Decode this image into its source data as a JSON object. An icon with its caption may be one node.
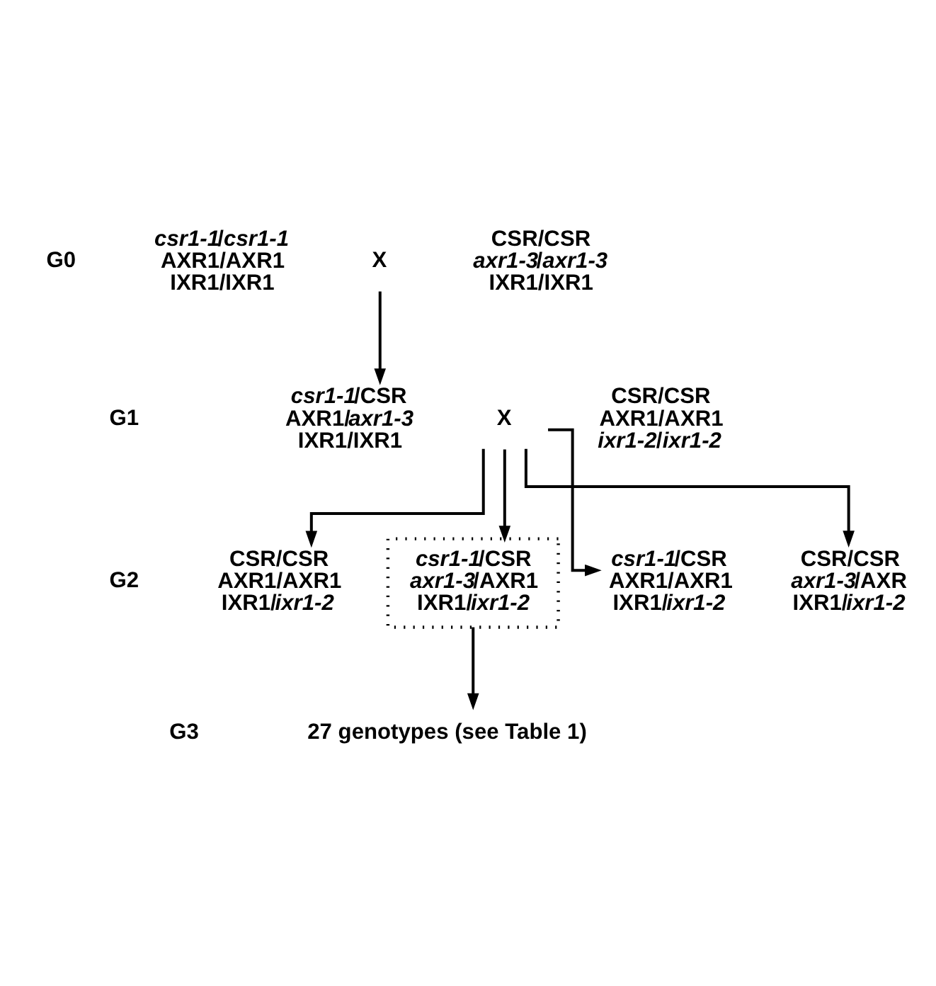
{
  "diagram": {
    "nodes": [
      {
        "text": [
          "*csr1-1*/*csr1-1*",
          "AXR1/AXR1",
          "IXR1/IXR1"
        ]
      },
      {
        "text": [
          "X"
        ]
      },
      {
        "text": [
          "CSR/CSR",
          "*axr1-3*/*axr1-3*",
          "IXR1/IXR1"
        ]
      },
      {
        "text": [
          "*csr1-1*/CSR",
          "AXR1/*axr1-3*",
          "IXR1/IXR1"
        ]
      },
      {
        "text": [
          "X"
        ]
      },
      {
        "text": [
          "CSR/CSR",
          "AXR1/AXR1",
          "*ixr1-2*/*ixr1-2*"
        ]
      },
      {
        "text": [
          "CSR/CSR",
          "AXR1/AXR1",
          "IXR1/*ixr1-2*"
        ]
      },
      {
        "text": [
          "*csr1-1*/CSR",
          "*axr1-3*/AXR1",
          "IXR1/*ixr1-2*"
        ]
      },
      {
        "text": [
          "*csr1-1*/CSR",
          "AXR1/AXR1",
          "IXR1/*ixr1-2*"
        ]
      },
      {
        "text": [
          "CSR/CSR",
          "*axr1-3*/AXR",
          "IXR1/*ixr1-2*"
        ]
      },
      {
        "text": [
          "27 genotypes (see Table 1)"
        ]
      }
    ],
    "edges": [
      {
        "from": 1,
        "to": 3,
        "arrow": "to"
      },
      {
        "from": 4,
        "to": 6,
        "arrow": "to"
      },
      {
        "from": 4,
        "to": 7,
        "arrow": "to"
      },
      {
        "from": 4,
        "to": 8,
        "arrow": "to"
      },
      {
        "from": 4,
        "to": 9,
        "arrow": "to"
      },
      {
        "from": 7,
        "to": 10,
        "arrow": "to"
      }
    ],
    "labels": [
      "G0",
      "G1",
      "G2",
      "G3"
    ]
  }
}
